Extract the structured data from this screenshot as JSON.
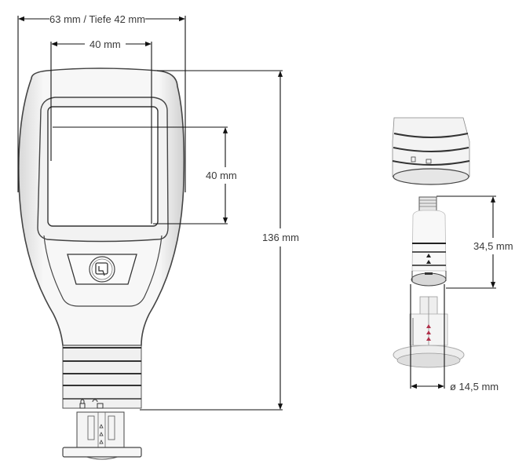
{
  "diagram": {
    "title": "Device dimension drawing",
    "main_device": {
      "width_label": "63 mm / Tiefe 42 mm",
      "display_width_label": "40 mm",
      "display_height_label": "40 mm",
      "total_height_label": "136 mm",
      "button_icon": "q-logo-icon"
    },
    "probe": {
      "length_label": "34,5 mm",
      "diameter_label": "ø 14,5 mm"
    },
    "colors": {
      "line": "#1a1a1a",
      "outline": "#555555",
      "body": "#f4f4f4",
      "accent_marks": "#b0304a"
    }
  }
}
